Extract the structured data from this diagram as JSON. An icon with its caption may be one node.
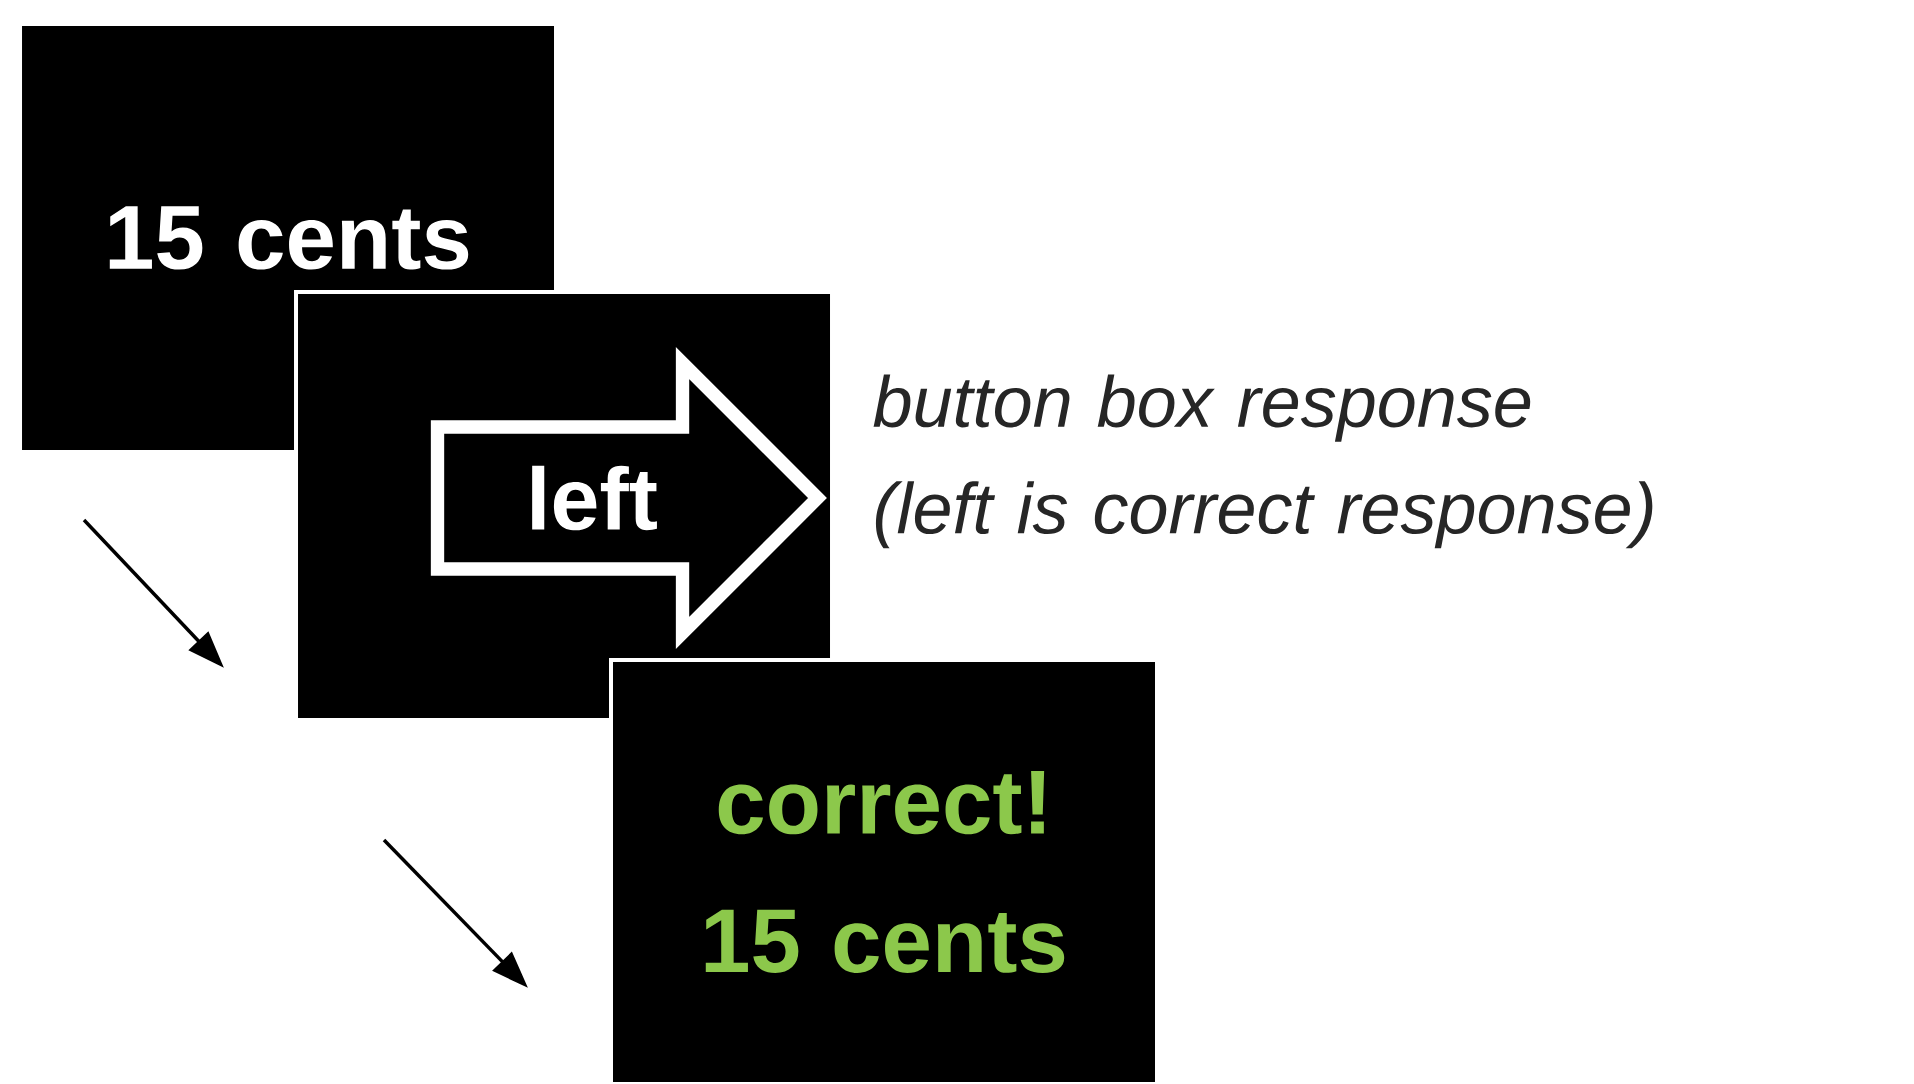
{
  "diagram": {
    "nodes": [
      {
        "text": [
          "15 cents"
        ]
      },
      {
        "text": [],
        "shape": "box",
        "beside": [
          "button box response (left is correct response)"
        ]
      },
      {
        "text": [
          "left"
        ],
        "in": 1
      },
      {
        "text": [
          "correct! 15 cents"
        ]
      }
    ]
  }
}
